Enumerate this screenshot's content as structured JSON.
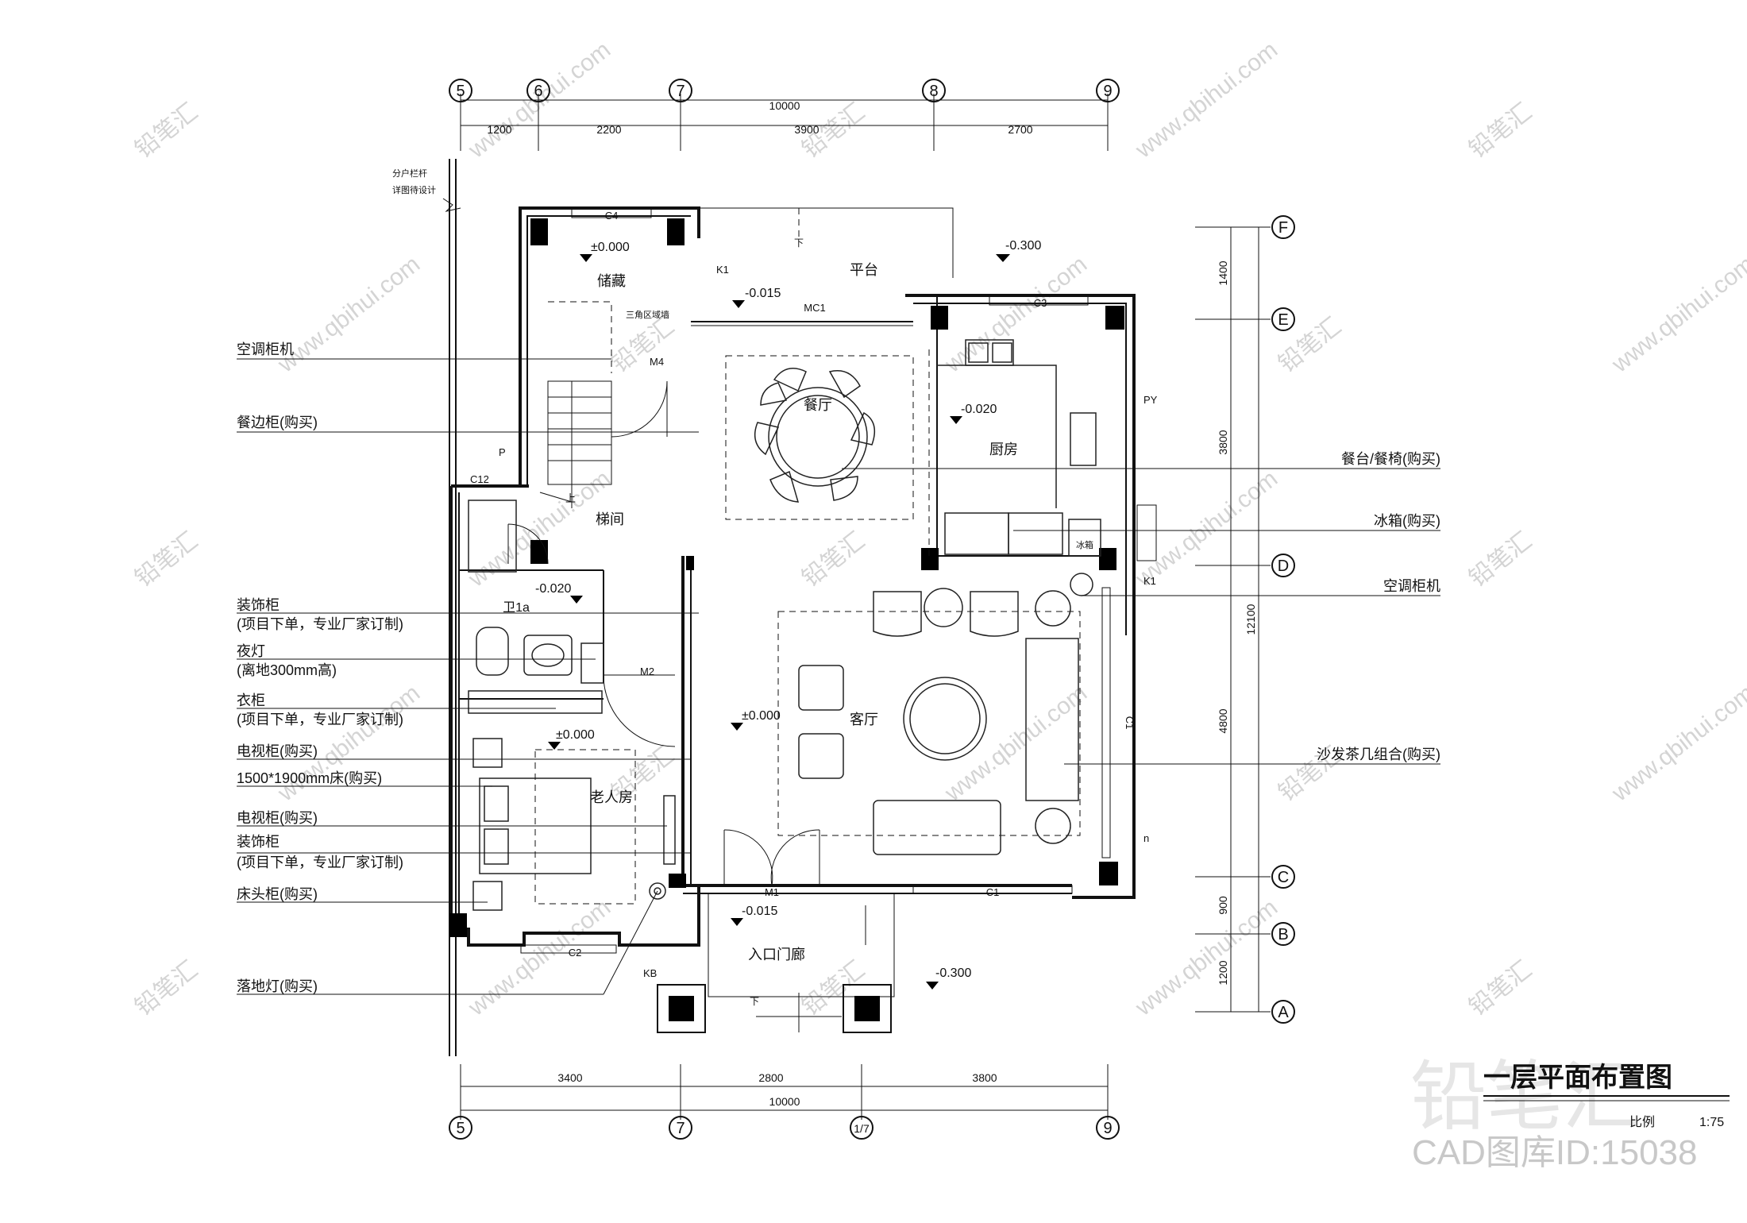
{
  "title": "一层平面布置图",
  "scale_label": "比例",
  "scale_value": "1:75",
  "brand": "铅笔汇",
  "catalog_id": "CAD图库ID:15038",
  "grid_top": [
    "5",
    "6",
    "7",
    "8",
    "9"
  ],
  "grid_bottom": [
    "5",
    "7",
    "1/7",
    "9"
  ],
  "grid_right": [
    "F",
    "E",
    "D",
    "C",
    "B",
    "A"
  ],
  "dims_top": {
    "total": "10000",
    "segments": [
      "1200",
      "2200",
      "3900",
      "2700"
    ]
  },
  "dims_bottom": {
    "total": "10000",
    "segments": [
      "3400",
      "2800",
      "3800"
    ]
  },
  "dims_right": {
    "total": "12100",
    "segments": [
      "1400",
      "3800",
      "4800",
      "900",
      "1200"
    ]
  },
  "rooms": {
    "storage": "储藏",
    "platform": "平台",
    "dining": "餐厅",
    "kitchen": "厨房",
    "stair": "梯间",
    "bath": "卫1a",
    "living": "客厅",
    "elder": "老人房",
    "entry": "入口门廊"
  },
  "levels": {
    "storage": "±0.000",
    "platform": "-0.300",
    "mc1": "-0.015",
    "kitchen": "-0.020",
    "bath": "-0.020",
    "living": "±0.000",
    "elder": "±0.000",
    "entry": "-0.015",
    "outside": "-0.300"
  },
  "marks": {
    "c4": "C4",
    "c3": "C3",
    "c2": "C2",
    "c1_bottom": "C1",
    "c1_side": "C1",
    "k1_top": "K1",
    "k1_side": "K1",
    "kb": "KB",
    "mc1": "MC1",
    "m4": "M4",
    "m2": "M2",
    "m1": "M1",
    "c12": "C12",
    "p": "P",
    "py": "PY",
    "n": "n",
    "fridge_tag": "冰箱",
    "stair_note": "三角区域墙",
    "rail_note_1": "分户栏杆",
    "rail_note_2": "详图待设计",
    "down_1": "下",
    "down_2": "下",
    "up": "上"
  },
  "labels_left": [
    "空调柜机",
    "餐边柜(购买)",
    "装饰柜",
    "(项目下单，专业厂家订制)",
    "夜灯",
    "(离地300mm高)",
    "衣柜",
    "(项目下单，专业厂家订制)",
    "电视柜(购买)",
    "1500*1900mm床(购买)",
    "电视柜(购买)",
    "装饰柜",
    "(项目下单，专业厂家订制)",
    "床头柜(购买)",
    "落地灯(购买)"
  ],
  "labels_right": [
    "餐台/餐椅(购买)",
    "冰箱(购买)",
    "空调柜机",
    "沙发茶几组合(购买)"
  ],
  "watermark": [
    "铅笔汇",
    "www.qbihui.com"
  ]
}
